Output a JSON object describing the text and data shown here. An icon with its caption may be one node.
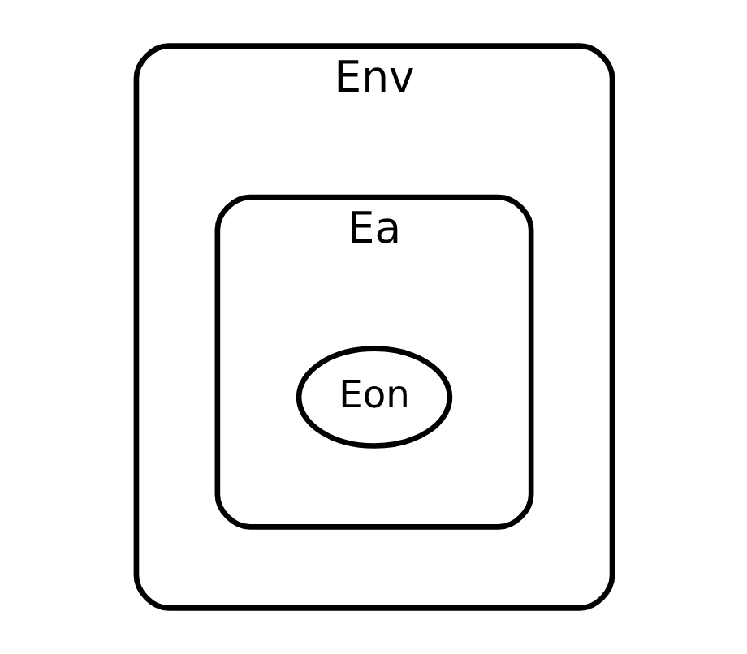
{
  "diagram": {
    "nodes": [
      {
        "text": [
          "Env"
        ]
      },
      {
        "text": [
          "Ea"
        ],
        "in": 0
      },
      {
        "text": [
          "Eon"
        ],
        "in": 1
      }
    ],
    "edges": []
  }
}
